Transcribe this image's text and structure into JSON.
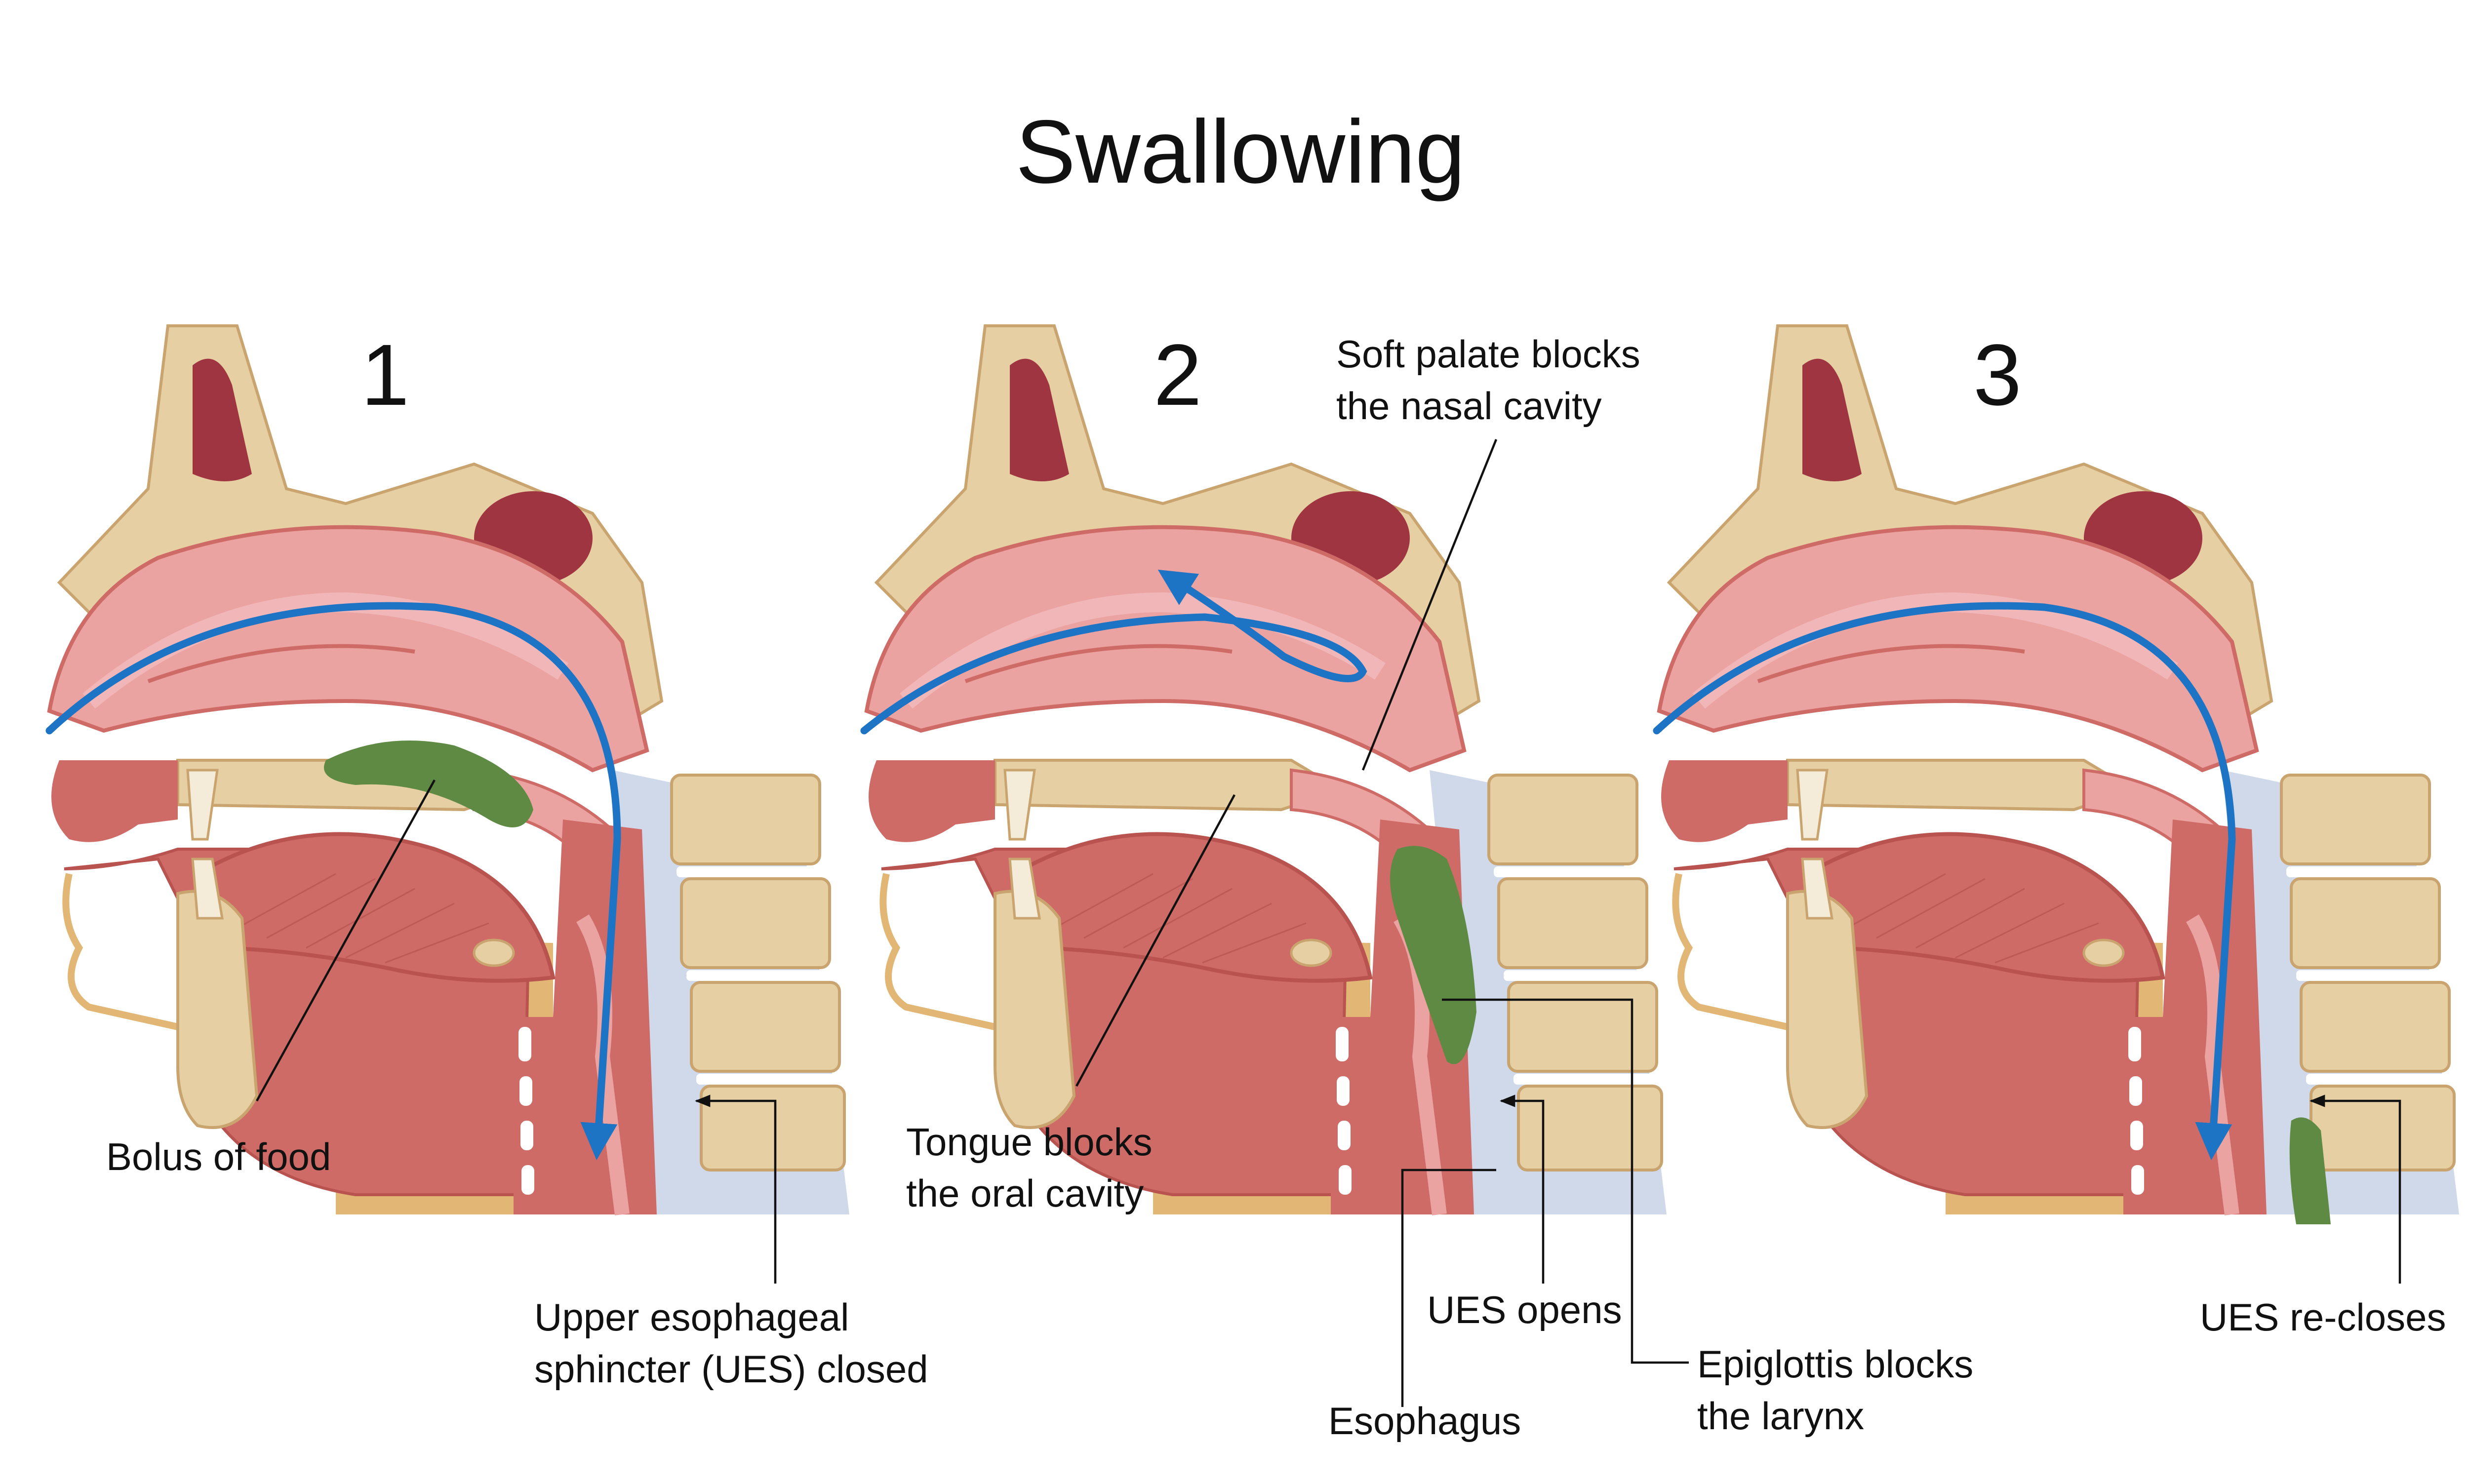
{
  "title": "Swallowing",
  "panels": [
    {
      "number": "1"
    },
    {
      "number": "2"
    },
    {
      "number": "3"
    }
  ],
  "labels": {
    "bolus": "Bolus of food",
    "ues_closed_1": "Upper esophageal",
    "ues_closed_2": "sphincter (UES) closed",
    "soft_palate_1": "Soft palate blocks",
    "soft_palate_2": "the nasal cavity",
    "tongue_1": "Tongue blocks",
    "tongue_2": "the oral cavity",
    "ues_opens": "UES opens",
    "esophagus": "Esophagus",
    "epiglottis_1": "Epiglottis blocks",
    "epiglottis_2": "the larynx",
    "ues_recloses": "UES re-closes"
  },
  "colors": {
    "tissue": "#cf6b66",
    "tissue_light": "#eaa3a0",
    "mucosa": "#f1b6b8",
    "bone": "#e6cfa3",
    "bone_edge": "#c9a46f",
    "fat": "#e2b675",
    "bolus": "#5f8a44",
    "flow_arrow": "#1d73c4",
    "cartilage": "#ffffff",
    "cavity": "#9e3540"
  }
}
